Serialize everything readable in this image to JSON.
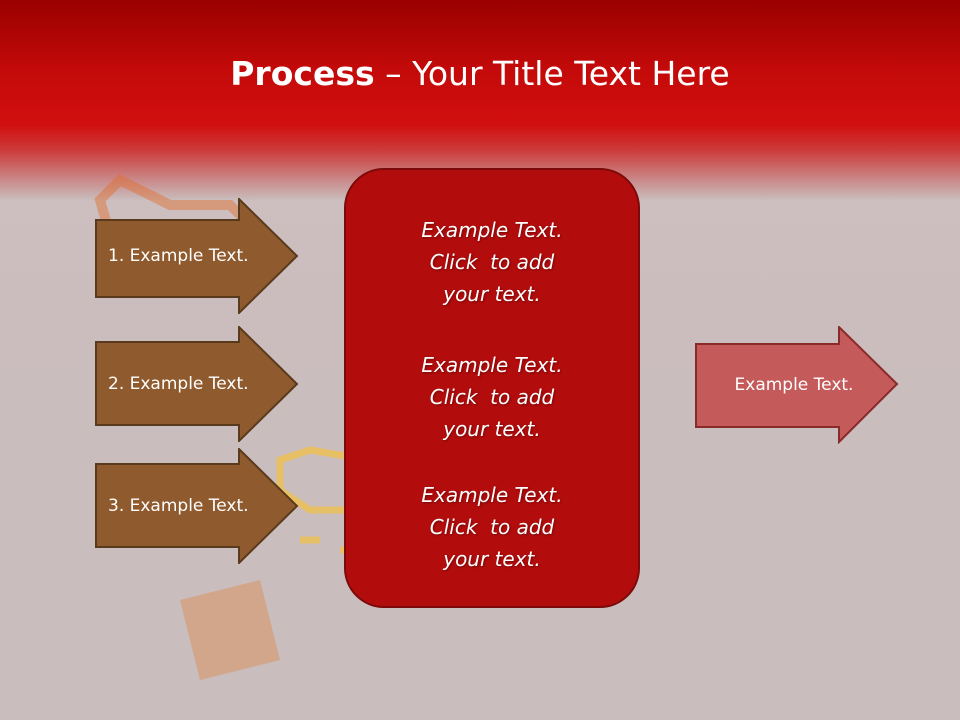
{
  "header": {
    "title_strong": "Process",
    "title_rest": " – Your Title Text Here"
  },
  "left_arrows": [
    {
      "label": "1. Example Text."
    },
    {
      "label": "2. Example Text."
    },
    {
      "label": "3. Example Text."
    }
  ],
  "center_box": {
    "blocks": [
      {
        "lines": [
          "Example Text.",
          "Click  to add",
          "your text."
        ]
      },
      {
        "lines": [
          "Example Text.",
          "Click  to add",
          "your text."
        ]
      },
      {
        "lines": [
          "Example Text.",
          "Click  to add",
          "your text."
        ]
      }
    ]
  },
  "right_arrow": {
    "label": "Example Text."
  },
  "colors": {
    "header_red": "#c40a0a",
    "left_arrow_fill": "#8f5a2e",
    "center_box_fill": "#b30c0c",
    "right_arrow_fill": "#c45a5a",
    "background": "#cbbdbd"
  },
  "icons": {
    "background": "check-engine-icon"
  }
}
